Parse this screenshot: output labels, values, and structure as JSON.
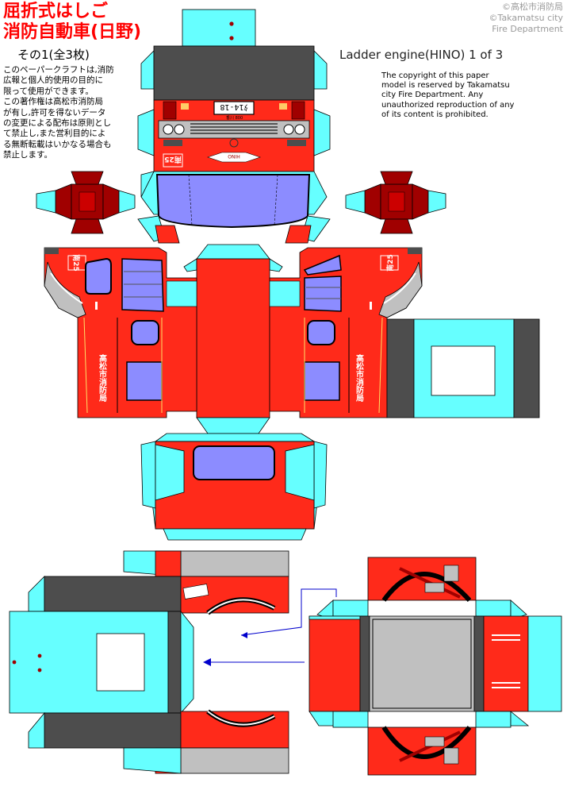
{
  "header": {
    "title_line1": "屈折式はしご",
    "title_line2": "消防自動車(日野)",
    "part_label": "その1(全3枚)",
    "notice_jp": [
      "このペーパークラフトは,消防",
      "広報と個人的使用の目的に",
      "限って使用ができます。",
      "この著作権は高松市消防局",
      "が有し,許可を得ないデータ",
      "の変更による配布は原則とし",
      "て禁止し,また営利目的によ",
      "る無断転載はいかなる場合も",
      "禁止します。"
    ]
  },
  "credit": {
    "line1": "©高松市消防局",
    "line2": "©Takamatsu city",
    "line3": "Fire Department"
  },
  "english": {
    "title": "Ladder engine(HINO)  1 of 3",
    "notice": [
      "The copyright of this paper",
      "model is reserved by Takamatsu",
      "city Fire Department. Any",
      "unauthorized reproduction of any",
      "of its content is prohibited."
    ]
  },
  "vehicle_marks": {
    "plate": "ﾀ14-18",
    "plate_small": "香川 800",
    "unit": "南25",
    "brand": "HINO",
    "side_text": "高松市消防局"
  },
  "colors": {
    "body": "#ff2a1a",
    "tab": "#66ffff",
    "window": "#8c8cff",
    "dark": "#4d4d4d",
    "panel": "#c0c0c0",
    "lamp": "#a00000",
    "arrow": "#0000cc"
  }
}
